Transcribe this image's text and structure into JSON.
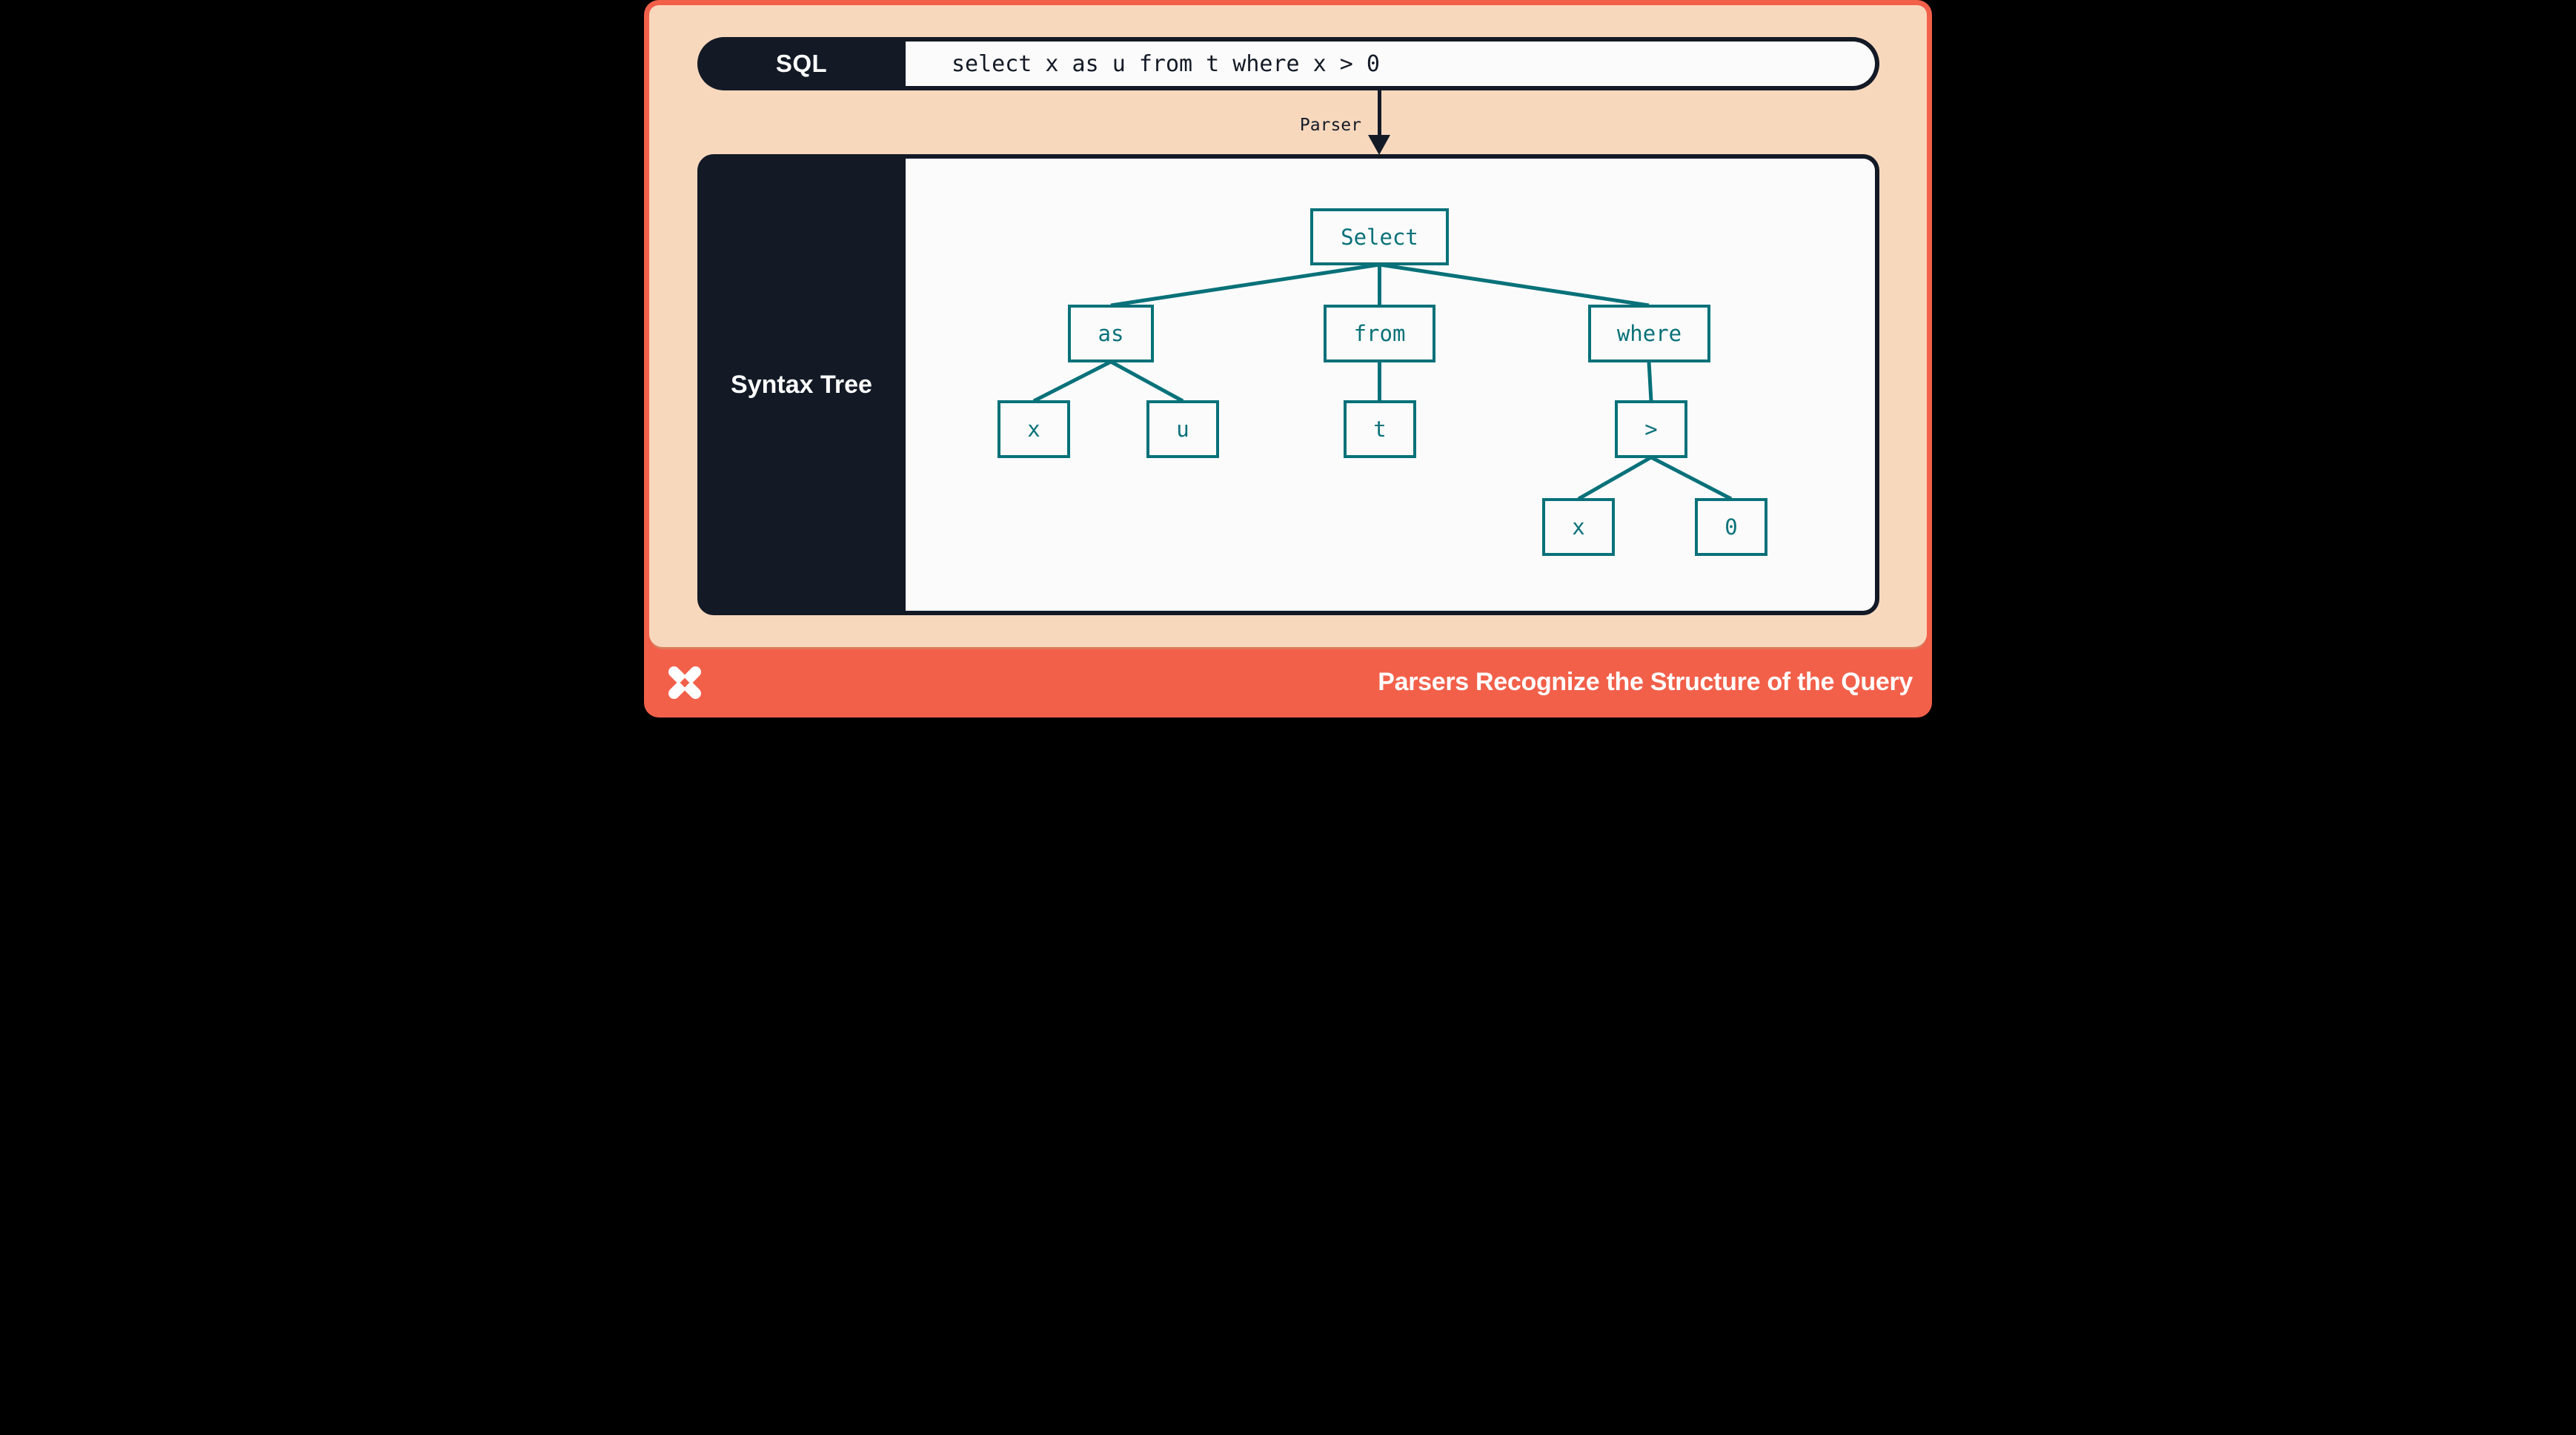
{
  "theme": {
    "accent-orange": "#f2604a",
    "peach": "#f8d8bd",
    "navy": "#131a26",
    "teal": "#087179",
    "paper": "#fbfbfb",
    "shade": "#dd7a5c"
  },
  "header": {
    "sql_label": "SQL",
    "query": "select x as u from t where x > 0"
  },
  "parser": {
    "label": "Parser"
  },
  "tree": {
    "panel_label": "Syntax Tree",
    "root": {
      "label": "Select",
      "children": [
        {
          "label": "as",
          "children": [
            {
              "label": "x"
            },
            {
              "label": "u"
            }
          ]
        },
        {
          "label": "from",
          "children": [
            {
              "label": "t"
            }
          ]
        },
        {
          "label": "where",
          "children": [
            {
              "label": ">",
              "children": [
                {
                  "label": "x"
                },
                {
                  "label": "0"
                }
              ]
            }
          ]
        }
      ]
    }
  },
  "footer": {
    "title": "Parsers Recognize the Structure of the Query",
    "logo": "four-point-star"
  }
}
